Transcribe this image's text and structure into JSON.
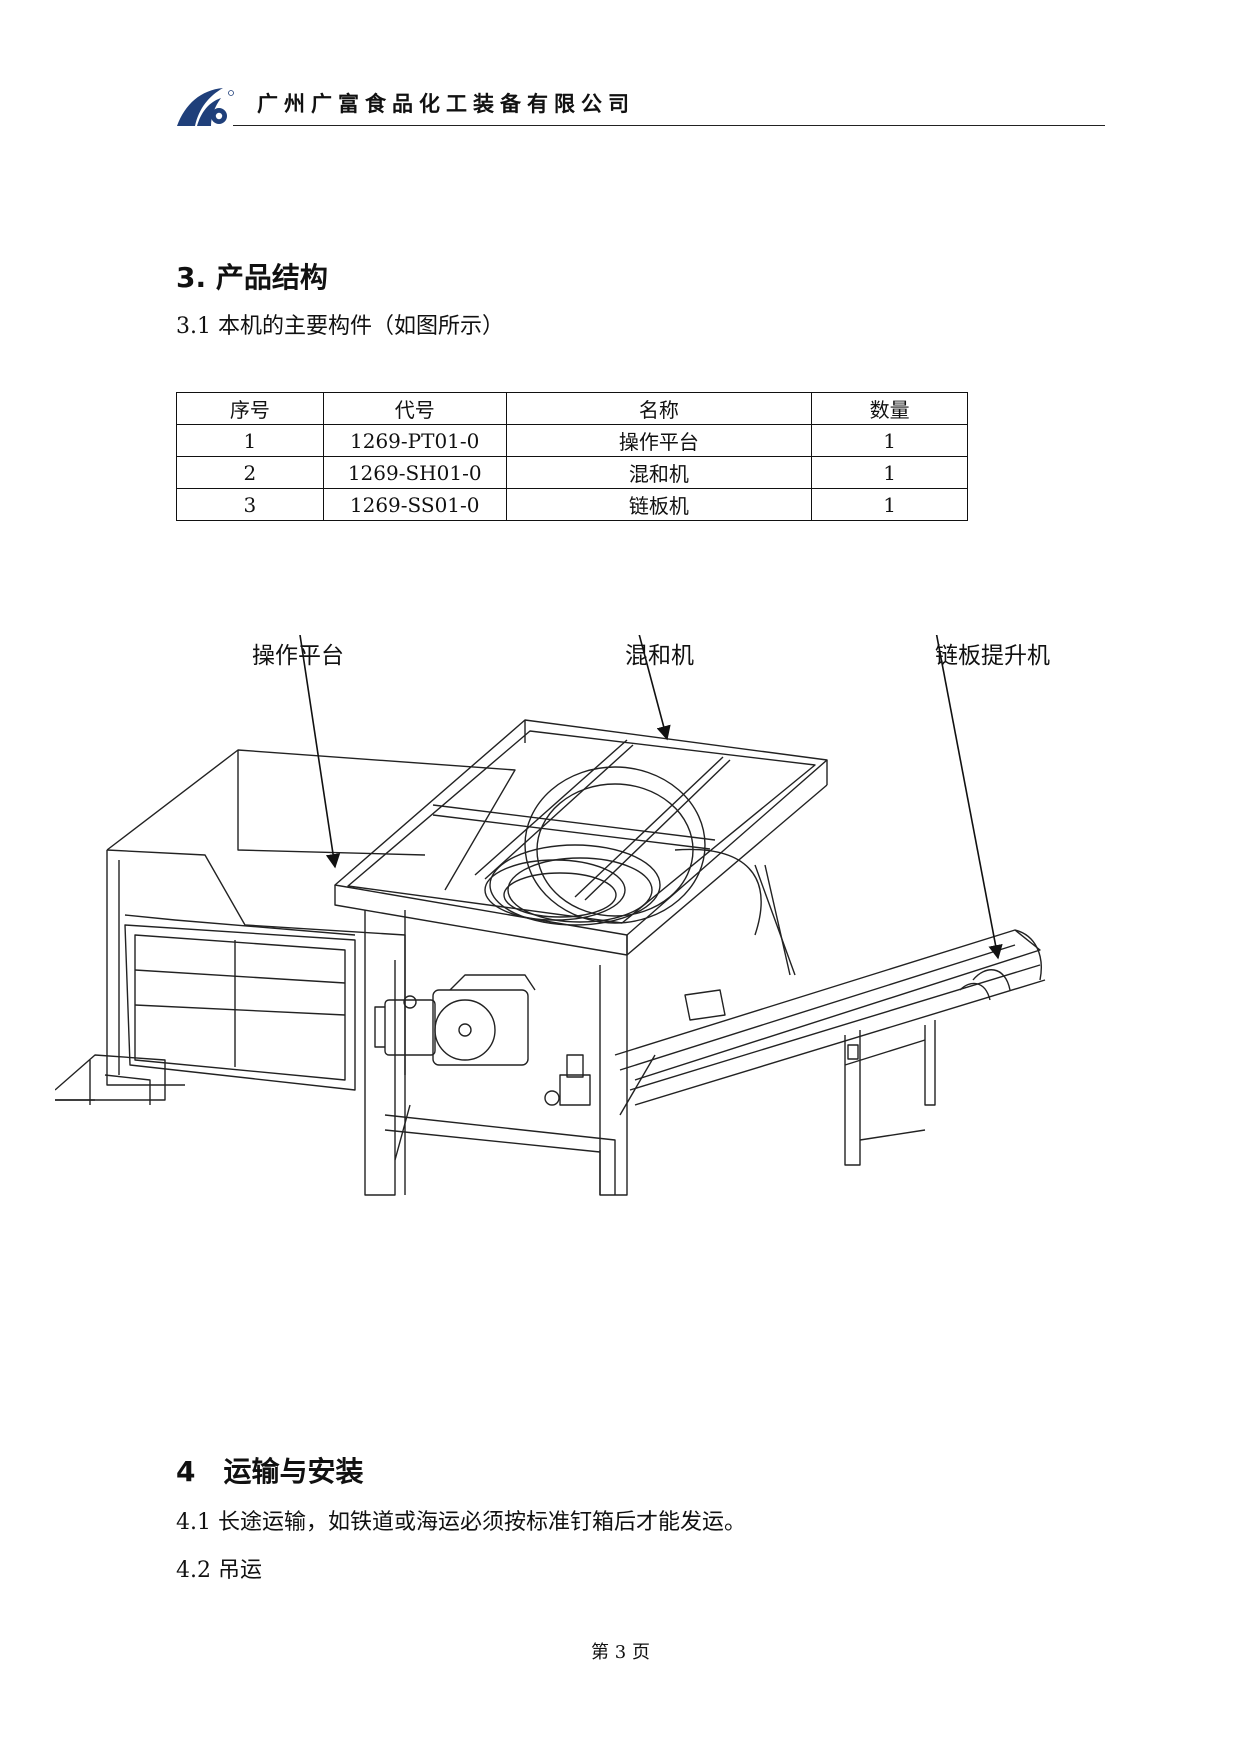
{
  "header": {
    "company": "广州广富食品化工装备有限公司"
  },
  "section3": {
    "title": "3. 产品结构",
    "subtitle": "3.1 本机的主要构件（如图所示）",
    "table": {
      "headers": [
        "序号",
        "代号",
        "名称",
        "数量"
      ],
      "rows": [
        [
          "1",
          "1269-PT01-0",
          "操作平台",
          "1"
        ],
        [
          "2",
          "1269-SH01-0",
          "混和机",
          "1"
        ],
        [
          "3",
          "1269-SS01-0",
          "链板机",
          "1"
        ]
      ]
    }
  },
  "diagram": {
    "labels": {
      "platform": "操作平台",
      "mixer": "混和机",
      "elevator": "链板提升机"
    }
  },
  "section4": {
    "title": "4　运输与安装",
    "item1": "4.1 长途运输，如铁道或海运必须按标准钉箱后才能发运。",
    "item2": "4.2 吊运"
  },
  "footer": {
    "page": "第 3 页"
  },
  "colors": {
    "logo_blue": "#1f3f7a",
    "line": "#222222"
  }
}
